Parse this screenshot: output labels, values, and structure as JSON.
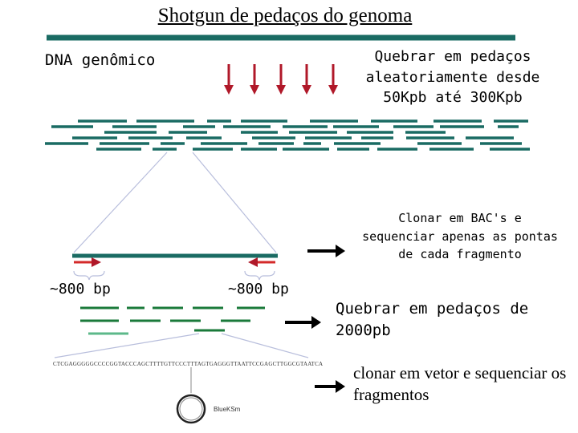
{
  "title": "Shotgun de pedaços do genoma",
  "labels": {
    "genomic_dna": "DNA genômico",
    "break_random": "Quebrar em pedaços aleatoriamente desde 50Kpb até 300Kpb",
    "clone_bac": "Clonar em BAC's e sequenciar apenas as pontas de cada fragmento",
    "end_left": "~800 bp",
    "end_right": "~800 bp",
    "break_2000": "Quebrar em pedaços de 2000pb",
    "clone_vector": "clonar em vetor e sequenciar os fragmentos"
  },
  "sequence_text": "CTCGAGGGGGCCCCGGTACCCAGCTTTTGTTCCCTTTAGTGAGGGTTAATTCCGAGCTTGGCGTAATCA",
  "plasmid_name": "BlueKSm",
  "colors": {
    "dna_teal": "#1a6b63",
    "fragment_green": "#1a7a3a",
    "light_green": "#5cb88a",
    "arrow_red": "#b01829",
    "bac_red": "#d42a2a",
    "cone_line": "#b8bedc",
    "arrow_black": "#000000"
  }
}
